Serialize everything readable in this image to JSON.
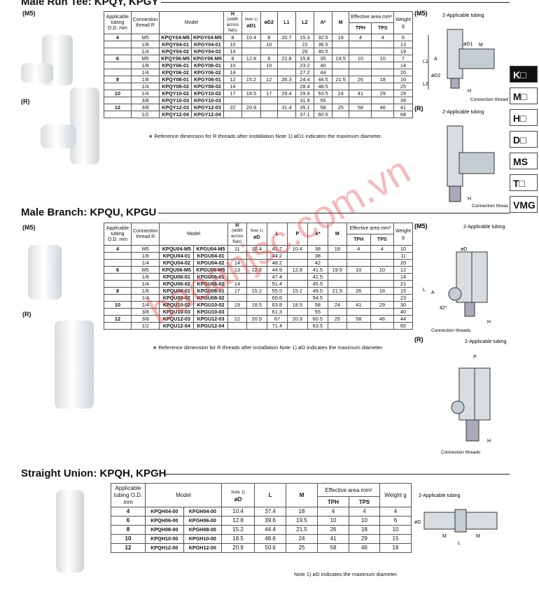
{
  "sec1": {
    "title": "Male Run Tee: KPQY, KPGY",
    "m5": "(M5)",
    "r": "(R)"
  },
  "sec2": {
    "title": "Male Branch: KPQU, KPGU",
    "m5": "(M5)",
    "r": "(R)"
  },
  "sec3": {
    "title": "Straight Union: KPQH, KPGH"
  },
  "headers": {
    "tubing": "Applicable tubing O.D. mm",
    "thread": "Connection thread R",
    "model": "Model",
    "h": "H",
    "h_sub": "(width across flats)",
    "note1": "Note 1)",
    "d1": "øD1",
    "d2": "øD2",
    "l1": "L1",
    "l2": "L2",
    "a": "A*",
    "m": "M",
    "eff": "Effective area mm²",
    "tph": "TPH",
    "tps": "TPS",
    "weight": "Weight g",
    "d": "øD",
    "l": "L",
    "p": "P"
  },
  "tee_rows": [
    [
      "4",
      "M5",
      "KPQY04-M5",
      "KPGY04-M5",
      "8",
      "10.4",
      "8",
      "20.7",
      "15.3",
      "32.5",
      "18",
      "4",
      "4",
      "6"
    ],
    [
      "",
      "1/8",
      "KPQY04-01",
      "KPGY04-01",
      "10",
      "",
      "10",
      "",
      "22",
      "36.5",
      "",
      "",
      "",
      "13"
    ],
    [
      "",
      "1/4",
      "KPQY04-02",
      "KPGY04-02",
      "14",
      "",
      "",
      "",
      "26",
      "40.5",
      "",
      "",
      "",
      "19"
    ],
    [
      "6",
      "M5",
      "KPQY06-M5",
      "KPGY06-M5",
      "8",
      "12.8",
      "8",
      "22.8",
      "15.8",
      "35",
      "19.5",
      "10",
      "10",
      "7"
    ],
    [
      "",
      "1/8",
      "KPQY06-01",
      "KPGY06-01",
      "10",
      "",
      "10",
      "",
      "23.2",
      "40",
      "",
      "",
      "",
      "14"
    ],
    [
      "",
      "1/4",
      "KPQY06-02",
      "KPGY06-02",
      "14",
      "",
      "",
      "",
      "27.2",
      "44",
      "",
      "",
      "",
      "20"
    ],
    [
      "8",
      "1/8",
      "KPQY08-01",
      "KPGY08-01",
      "12",
      "15.2",
      "12",
      "26.3",
      "24.4",
      "44.5",
      "21.5",
      "26",
      "18",
      "16"
    ],
    [
      "",
      "1/4",
      "KPQY08-02",
      "KPGY08-02",
      "14",
      "",
      "",
      "",
      "28.4",
      "48.5",
      "",
      "",
      "",
      "25"
    ],
    [
      "10",
      "1/4",
      "KPQY10-02",
      "KPGY10-02",
      "17",
      "18.5",
      "17",
      "29.4",
      "29.9",
      "53.5",
      "24",
      "41",
      "29",
      "29"
    ],
    [
      "",
      "3/8",
      "KPQY10-03",
      "KPGY10-03",
      "",
      "",
      "",
      "",
      "31.9",
      "55",
      "",
      "",
      "",
      "39"
    ],
    [
      "12",
      "3/8",
      "KPQY12-03",
      "KPGY12-03",
      "22",
      "20.9",
      "",
      "31.4",
      "35.1",
      "58",
      "25",
      "58",
      "46",
      "41"
    ],
    [
      "",
      "1/2",
      "KPQY12-04",
      "KPGY12-04",
      "",
      "",
      "",
      "",
      "37.1",
      "60.5",
      "",
      "",
      "",
      "68"
    ]
  ],
  "tee_note": "∗ Reference dimension for R threads after installation   Note 1) øD1 indicates the maximum diameter.",
  "branch_rows": [
    [
      "4",
      "M5",
      "KPQU04-M5",
      "KPGU04-M5",
      "11",
      "10.4",
      "41.7",
      "10.4",
      "38",
      "18",
      "4",
      "4",
      "10"
    ],
    [
      "",
      "1/8",
      "KPQU04-01",
      "KPGU04-01",
      "",
      "",
      "44.2",
      "",
      "38",
      "",
      "",
      "",
      "11"
    ],
    [
      "",
      "1/4",
      "KPQU04-02",
      "KPGU04-02",
      "14",
      "",
      "48.2",
      "",
      "42",
      "",
      "",
      "",
      "20"
    ],
    [
      "6",
      "M5",
      "KPQU06-M5",
      "KPGU06-M5",
      "13",
      "12.8",
      "44.9",
      "12.8",
      "41.5",
      "19.5",
      "10",
      "10",
      "12"
    ],
    [
      "",
      "1/8",
      "KPQU06-01",
      "KPGU06-01",
      "",
      "",
      "47.4",
      "",
      "41.5",
      "",
      "",
      "",
      "14"
    ],
    [
      "",
      "1/4",
      "KPQU06-02",
      "KPGU06-02",
      "14",
      "",
      "51.4",
      "",
      "45.5",
      "",
      "",
      "",
      "21"
    ],
    [
      "8",
      "1/8",
      "KPQU08-01",
      "KPGU08-01",
      "17",
      "15.2",
      "55.5",
      "15.2",
      "49.5",
      "21.5",
      "26",
      "18",
      "15"
    ],
    [
      "",
      "1/4",
      "KPQU08-02",
      "KPGU08-02",
      "",
      "",
      "60.6",
      "",
      "54.5",
      "",
      "",
      "",
      "23"
    ],
    [
      "10",
      "1/4",
      "KPQU10-02",
      "KPGU10-02",
      "19",
      "18.5",
      "63.8",
      "18.5",
      "58",
      "24",
      "41",
      "29",
      "30"
    ],
    [
      "",
      "3/8",
      "KPQU10-03",
      "KPGU10-03",
      "",
      "",
      "61.3",
      "",
      "55",
      "",
      "",
      "",
      "40"
    ],
    [
      "12",
      "3/8",
      "KPQU12-03",
      "KPGU12-03",
      "22",
      "20.9",
      "67",
      "20.9",
      "60.5",
      "25",
      "58",
      "46",
      "44"
    ],
    [
      "",
      "1/2",
      "KPQU12-04",
      "KPGU12-04",
      "",
      "",
      "71.4",
      "",
      "63.5",
      "",
      "",
      "",
      "65"
    ]
  ],
  "branch_note": "∗ Reference dimension for R threads after installation   Note 1) øD indicates the maximum diameter.",
  "union_rows": [
    [
      "4",
      "KPQH04-00",
      "KPGH04-00",
      "10.4",
      "37.4",
      "18",
      "4",
      "4",
      "4"
    ],
    [
      "6",
      "KPQH06-00",
      "KPGH06-00",
      "12.8",
      "39.6",
      "19.5",
      "10",
      "10",
      "6"
    ],
    [
      "8",
      "KPQH08-00",
      "KPGH08-00",
      "15.2",
      "44.4",
      "21.5",
      "26",
      "18",
      "10"
    ],
    [
      "10",
      "KPQH10-00",
      "KPGH10-00",
      "18.5",
      "48.6",
      "24",
      "41",
      "29",
      "15"
    ],
    [
      "12",
      "KPQH12-00",
      "KPGH12-00",
      "20.9",
      "50.6",
      "25",
      "58",
      "46",
      "18"
    ]
  ],
  "union_note": "Note 1) øD indicates the maximum diameter.",
  "diagram": {
    "two_tubing": "2-Applicable tubing",
    "conn_threads": "Connection threads",
    "l1": "L1",
    "m": "M",
    "a": "A",
    "l2": "L2",
    "h": "H",
    "d1": "øD1",
    "d2": "øD2",
    "d": "øD",
    "l": "L",
    "p": "P",
    "m5": "(M5)",
    "r": "(R)",
    "dim42": "42°"
  },
  "tabs": [
    "K□",
    "M□",
    "H□",
    "D□",
    "MS",
    "T□",
    "VMG"
  ],
  "watermark": "baoanjsc.com.vn"
}
